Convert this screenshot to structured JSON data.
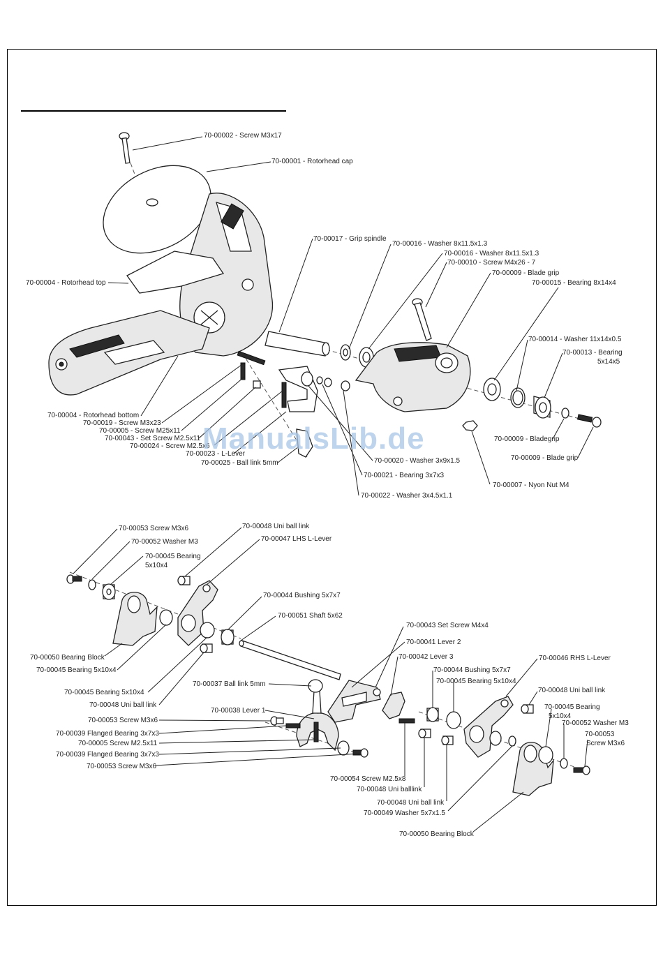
{
  "watermark": "ManualsLib.de",
  "labels": [
    {
      "id": "l1",
      "text": "70-00002 - Screw M3x17"
    },
    {
      "id": "l2",
      "text": "70-00001 - Rotorhead cap"
    },
    {
      "id": "l3",
      "text": "70-00004 - Rotorhead top"
    },
    {
      "id": "l4",
      "text": "70-00017 - Grip spindle"
    },
    {
      "id": "l5",
      "text": "70-00016 - Washer 8x11.5x1.3"
    },
    {
      "id": "l6",
      "text": "70-00016 - Washer 8x11.5x1.3"
    },
    {
      "id": "l7",
      "text": "70-00010 - Screw M4x26 - 7"
    },
    {
      "id": "l8",
      "text": "70-00009 - Blade grip"
    },
    {
      "id": "l9",
      "text": "70-00015 - Bearing 8x14x4"
    },
    {
      "id": "l10",
      "text": "70-00014 - Washer 11x14x0.5"
    },
    {
      "id": "l11a",
      "text": "70-00013 - Bearing"
    },
    {
      "id": "l11b",
      "text": "5x14x5"
    },
    {
      "id": "l12",
      "text": "70-00004 - Rotorhead bottom"
    },
    {
      "id": "l13",
      "text": "70-00019 - Screw M3x23"
    },
    {
      "id": "l14",
      "text": "70-00005 - Screw M25x11"
    },
    {
      "id": "l15",
      "text": "70-00043 - Set Screw M2.5x11"
    },
    {
      "id": "l16",
      "text": "70-00024 - Screw M2.5x6"
    },
    {
      "id": "l17",
      "text": "70-00023 - L-Lever"
    },
    {
      "id": "l18",
      "text": "70-00025 - Ball link 5mm"
    },
    {
      "id": "l19",
      "text": "70-00009 - Bladegrip"
    },
    {
      "id": "l20",
      "text": "70-00009 - Blade grip"
    },
    {
      "id": "l21",
      "text": "70-00020 - Washer 3x9x1.5"
    },
    {
      "id": "l22",
      "text": "70-00021 - Bearing 3x7x3"
    },
    {
      "id": "l23",
      "text": "70-00007 - Nyon Nut M4"
    },
    {
      "id": "l24",
      "text": "70-00022 - Washer 3x4.5x1.1"
    },
    {
      "id": "m1",
      "text": "70-00053 Screw M3x6"
    },
    {
      "id": "m2",
      "text": "70-00048 Uni ball link"
    },
    {
      "id": "m3",
      "text": "70-00052 Washer M3"
    },
    {
      "id": "m4",
      "text": "70-00047 LHS L-Lever"
    },
    {
      "id": "m5a",
      "text": "70-00045 Bearing"
    },
    {
      "id": "m5b",
      "text": "5x10x4"
    },
    {
      "id": "m6",
      "text": "70-00044 Bushing 5x7x7"
    },
    {
      "id": "m7",
      "text": "70-00051 Shaft 5x62"
    },
    {
      "id": "m8",
      "text": "70-00050 Bearing Block"
    },
    {
      "id": "m9",
      "text": "70-00045 Bearing 5x10x4"
    },
    {
      "id": "m10",
      "text": "70-00043 Set Screw M4x4"
    },
    {
      "id": "m11",
      "text": "70-00041 Lever 2"
    },
    {
      "id": "m12",
      "text": "70-00042 Lever 3"
    },
    {
      "id": "m13",
      "text": "70-00046 RHS L-Lever"
    },
    {
      "id": "m14",
      "text": "70-00044 Bushing 5x7x7"
    },
    {
      "id": "m15",
      "text": "70-00045 Bearing 5x10x4"
    },
    {
      "id": "m16",
      "text": "70-00045 Bearing 5x10x4"
    },
    {
      "id": "m17",
      "text": "70-00048 Uni ball link"
    },
    {
      "id": "m18",
      "text": "70-00037 Ball link 5mm"
    },
    {
      "id": "m19",
      "text": "70-00048 Uni ball link"
    },
    {
      "id": "m20a",
      "text": "70-00045 Bearing"
    },
    {
      "id": "m20b",
      "text": "5x10x4"
    },
    {
      "id": "m21",
      "text": "70-00038 Lever 1"
    },
    {
      "id": "m22",
      "text": "70-00052 Washer M3"
    },
    {
      "id": "m23a",
      "text": "70-00053"
    },
    {
      "id": "m23b",
      "text": "Screw M3x6"
    },
    {
      "id": "m24",
      "text": "70-00053 Screw M3x6"
    },
    {
      "id": "m25",
      "text": "70-00039 Flanged Bearing 3x7x3"
    },
    {
      "id": "m26",
      "text": "70-00005 Screw M2.5x11"
    },
    {
      "id": "m27",
      "text": "70-00039 Flanged Bearing 3x7x3"
    },
    {
      "id": "m28",
      "text": "70-00053 Screw M3x6"
    },
    {
      "id": "m29",
      "text": "70-00054 Screw M2.5x8"
    },
    {
      "id": "m30",
      "text": "70-00048 Uni balllink"
    },
    {
      "id": "m31",
      "text": "70-00048 Uni ball link"
    },
    {
      "id": "m32",
      "text": "70-00049 Washer 5x7x1.5"
    },
    {
      "id": "m33",
      "text": "70-00050 Bearing Block"
    }
  ]
}
